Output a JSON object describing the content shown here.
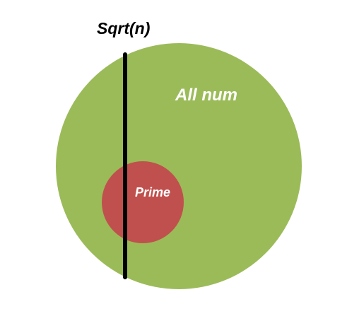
{
  "diagram": {
    "line_label": "Sqrt(n)",
    "outer_label": "All num",
    "inner_label": "Prime"
  },
  "colors": {
    "outer_fill": "#9bbb59",
    "inner_fill": "#c0504d",
    "line": "#000000",
    "line_label_text": "#000000",
    "circle_label_text": "#ffffff"
  }
}
